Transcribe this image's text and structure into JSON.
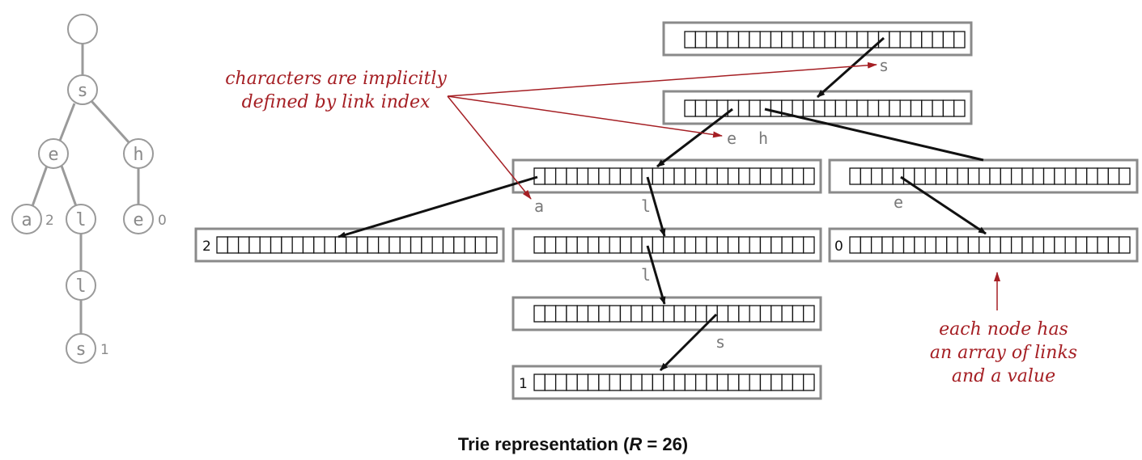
{
  "caption": {
    "prefix": "Trie representation (",
    "variable": "R",
    "suffix": " = 26)"
  },
  "annotations": {
    "link_index_line1": "characters are implicitly",
    "link_index_line2": "defined by link index",
    "node_array_line1": "each node has",
    "node_array_line2": "an array of links",
    "node_array_line3": "and a value"
  },
  "tree": {
    "root": "",
    "s": "s",
    "e": "e",
    "h": "h",
    "a": "a",
    "a_value": "2",
    "l1": "l",
    "e2": "e",
    "e2_value": "0",
    "l2": "l",
    "s2": "s",
    "s2_value": "1"
  },
  "arrays": {
    "links_per_node": 26,
    "node_values": {
      "a": "2",
      "e_under_h": "0",
      "s_end": "1"
    }
  },
  "link_labels": {
    "s": "s",
    "e": "e",
    "h": "h",
    "a": "a",
    "l1": "l",
    "e_under_h": "e",
    "l2": "l",
    "s_end": "s"
  },
  "colors": {
    "annotation": "#a51f24",
    "tree_gray": "#9a9a9a",
    "frame_gray": "#8a8a8a",
    "link_black": "#111111"
  }
}
